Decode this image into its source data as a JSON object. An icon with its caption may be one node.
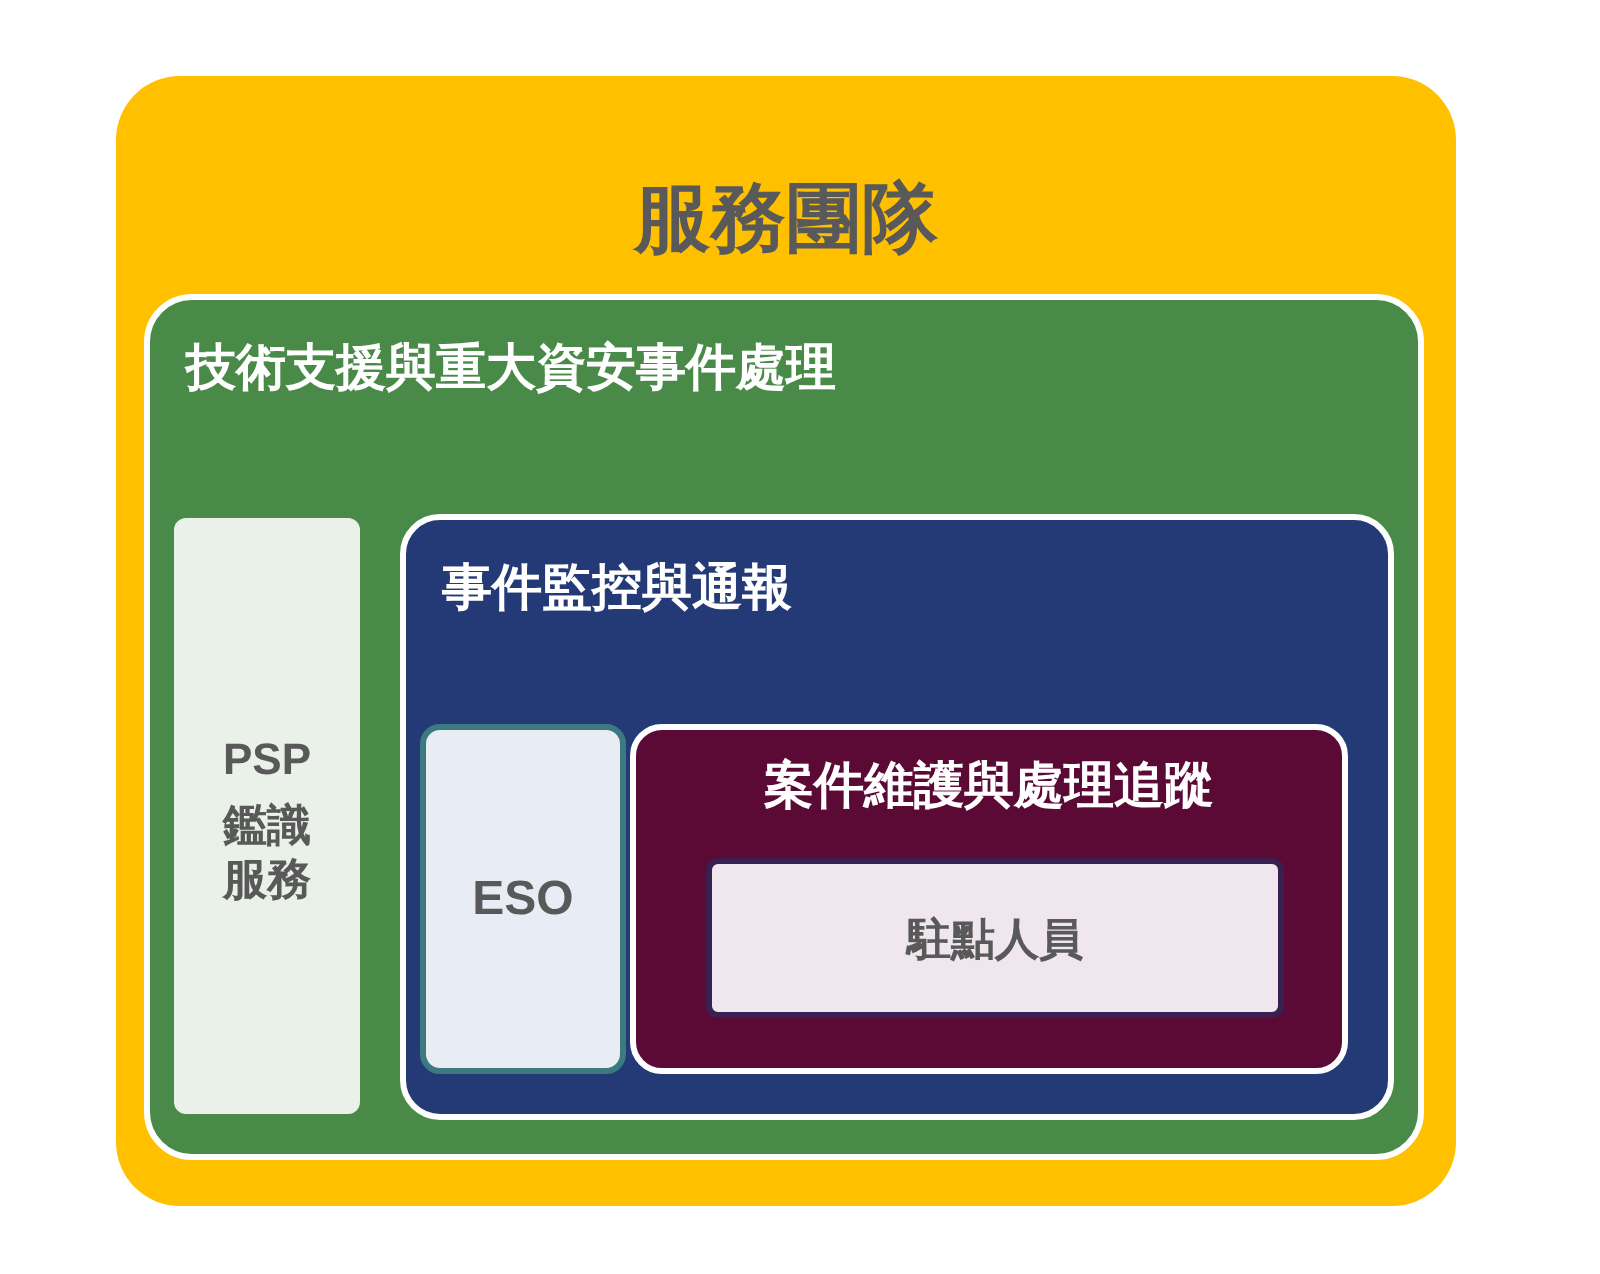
{
  "diagram": {
    "nodes": [
      {
        "text": [
          "服務團隊"
        ]
      },
      {
        "text": [
          "技術支援與重大資安事件處理"
        ],
        "in": 0
      },
      {
        "text": [
          "PSP",
          "鑑識服務"
        ],
        "in": 1
      },
      {
        "text": [
          "事件監控與通報"
        ],
        "in": 1
      },
      {
        "text": [
          "ESO"
        ],
        "in": 3
      },
      {
        "text": [
          "案件維護與處理追蹤"
        ],
        "in": 3
      },
      {
        "text": [
          "駐點人員"
        ],
        "in": 5
      }
    ]
  }
}
